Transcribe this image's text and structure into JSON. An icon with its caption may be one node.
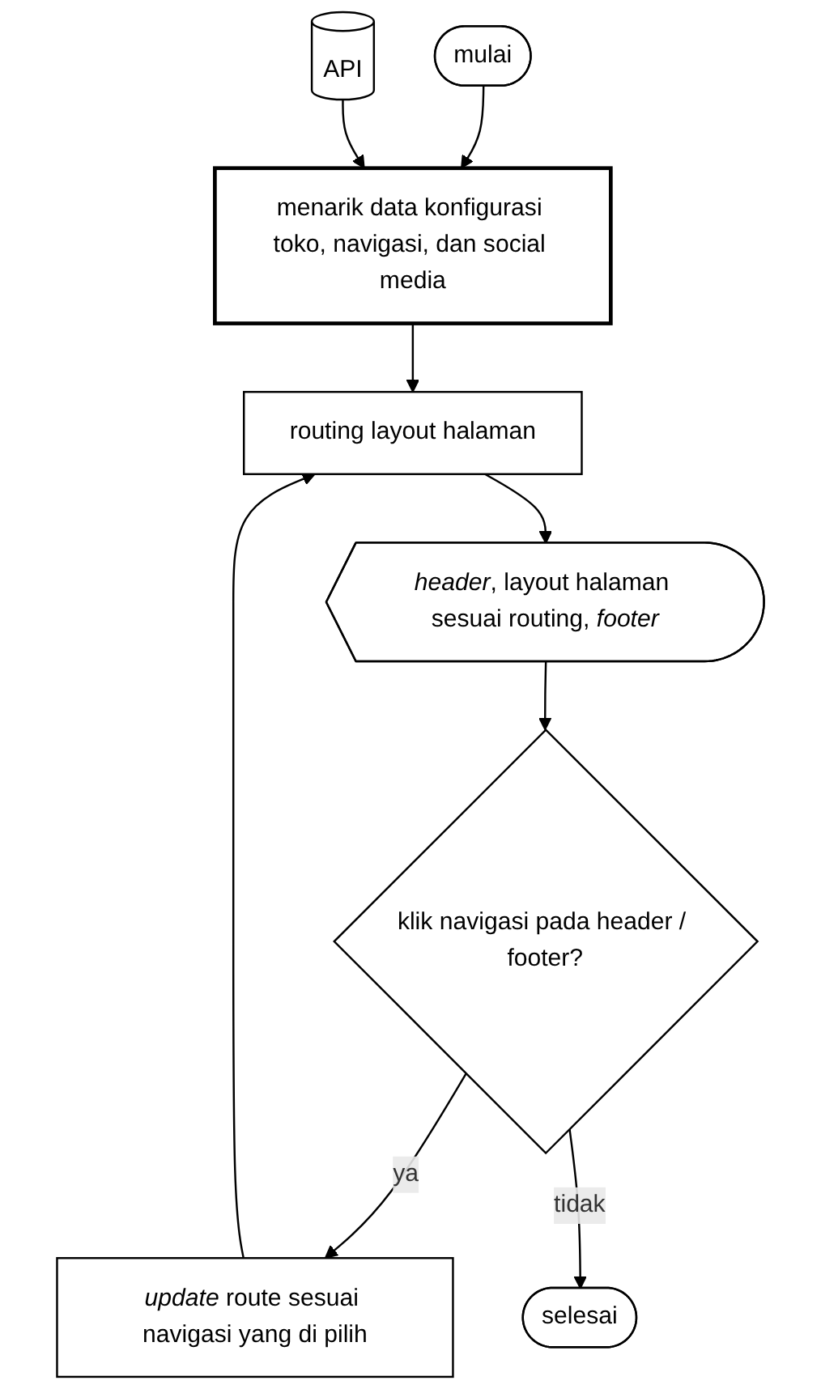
{
  "diagram": {
    "nodes": [
      {
        "text": [
          "mulai"
        ]
      },
      {
        "text": [
          "menarik data konfigurasi toko, navigasi, dan social media"
        ]
      },
      {
        "text": [
          "API"
        ]
      },
      {
        "text": [
          "routing layout halaman"
        ]
      },
      {
        "text": [
          "*header*, layout halaman sesuai routing, *footer*"
        ]
      },
      {
        "text": [
          "klik navigasi pada header / footer?"
        ]
      },
      {
        "text": [
          "*update* route sesuai navigasi yang di pilih"
        ]
      },
      {
        "text": [
          "selesai"
        ]
      }
    ],
    "edges": [
      {
        "from": 0,
        "to": 1,
        "arrow": "to"
      },
      {
        "from": 2,
        "to": 1,
        "arrow": "to"
      },
      {
        "from": 1,
        "to": 3,
        "arrow": "to"
      },
      {
        "from": 3,
        "to": 4,
        "arrow": "to"
      },
      {
        "from": 4,
        "to": 5,
        "arrow": "to"
      },
      {
        "from": 5,
        "to": 6,
        "label": "ya",
        "arrow": "to"
      },
      {
        "from": 6,
        "to": 3,
        "arrow": "to"
      },
      {
        "from": 5,
        "to": 7,
        "label": "tidak",
        "arrow": "to"
      }
    ]
  }
}
